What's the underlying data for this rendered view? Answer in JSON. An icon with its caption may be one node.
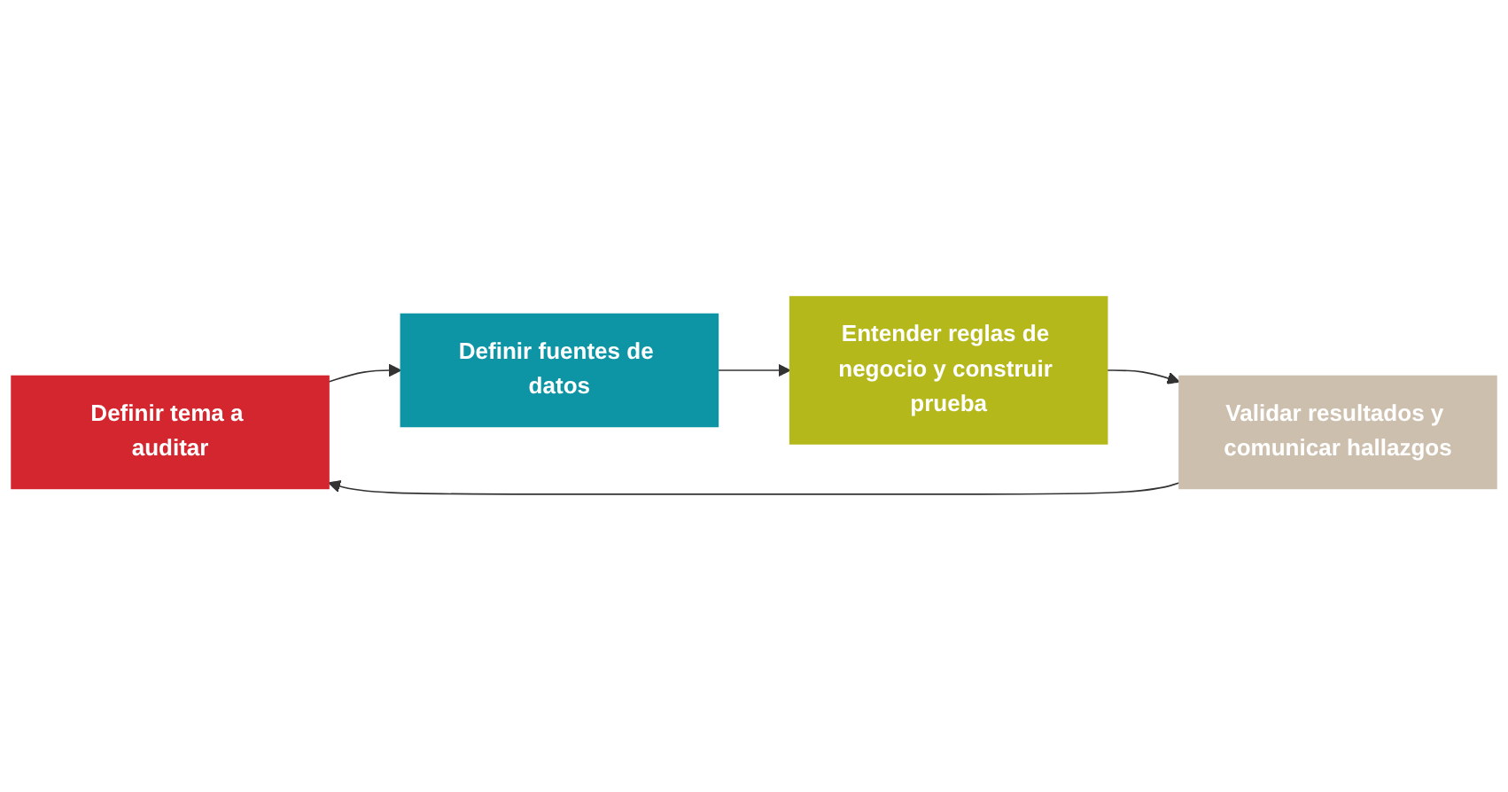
{
  "diagram": {
    "nodes": [
      {
        "text": [
          "Definir tema a auditar"
        ]
      },
      {
        "text": [
          "Definir fuentes de datos"
        ]
      },
      {
        "text": [
          "Entender reglas de negocio y construir prueba"
        ]
      },
      {
        "text": [
          "Validar resultados y comunicar hallazgos"
        ]
      }
    ],
    "edges": [
      {
        "from": 0,
        "to": 1,
        "arrow": "to"
      },
      {
        "from": 1,
        "to": 2,
        "arrow": "to"
      },
      {
        "from": 2,
        "to": 3,
        "arrow": "to"
      },
      {
        "from": 3,
        "to": 0,
        "arrow": "to"
      }
    ]
  }
}
